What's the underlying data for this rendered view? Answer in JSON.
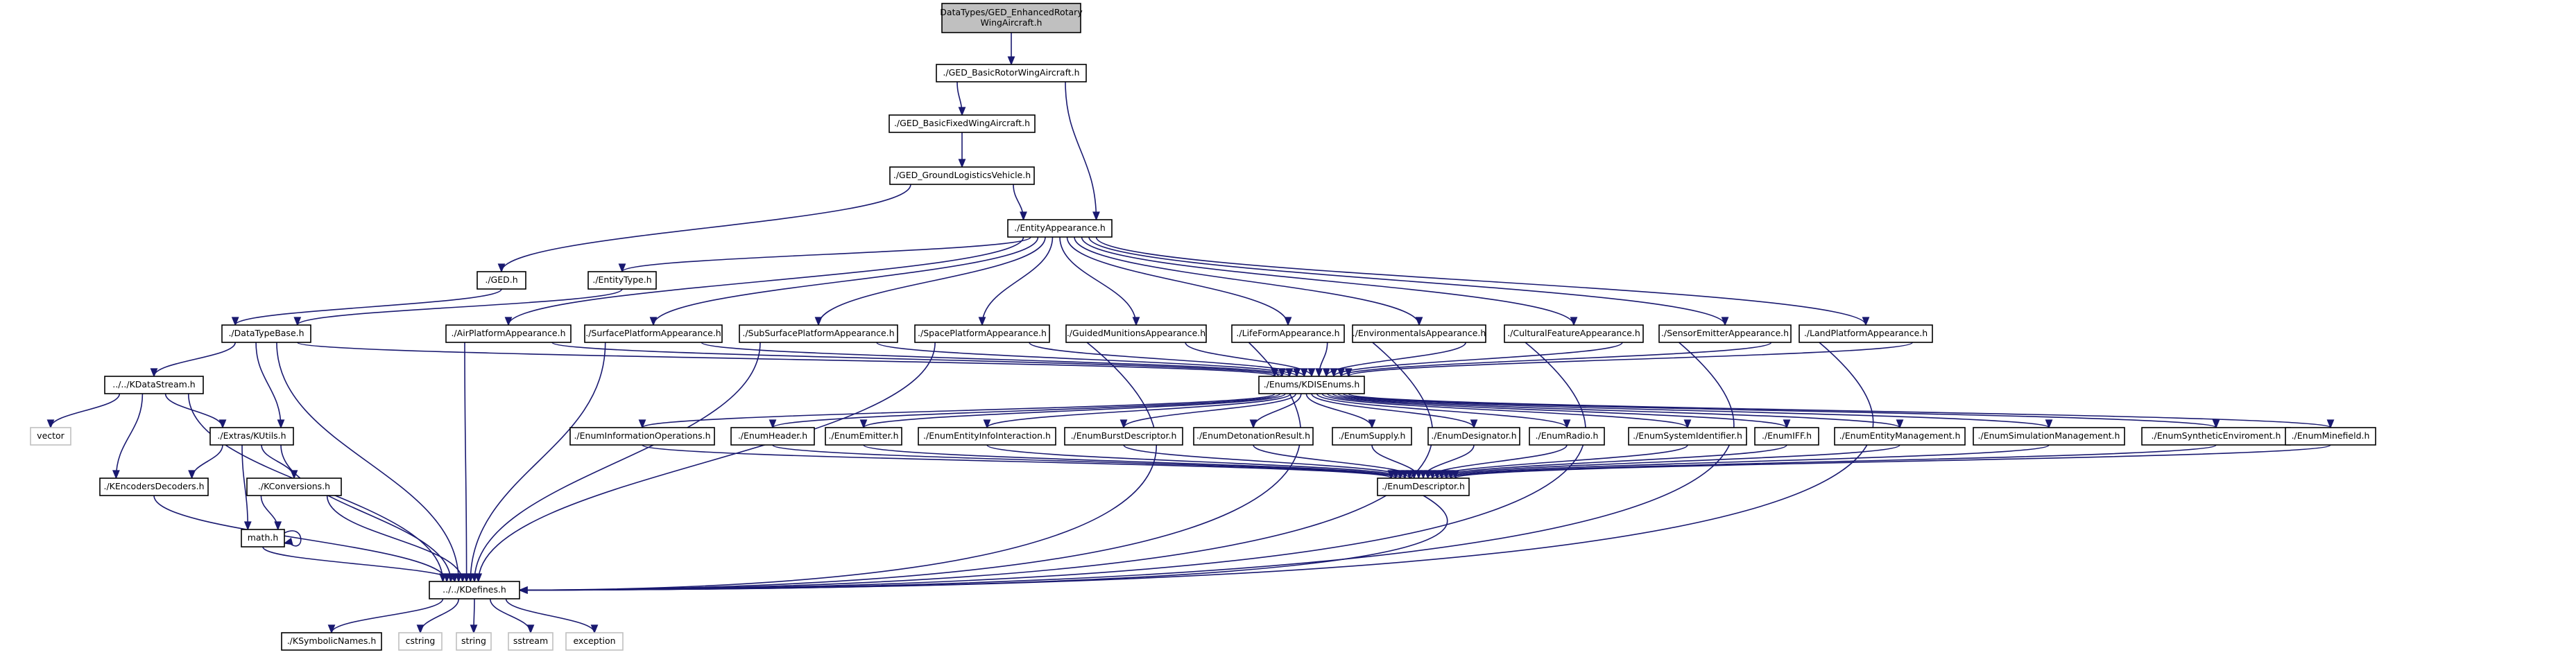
{
  "diagram": {
    "type": "include-dependency-graph",
    "nodes": [
      {
        "id": "root",
        "lines": [
          "DataTypes/GED_EnhancedRotary",
          "WingAircraft.h"
        ],
        "kind": "root"
      },
      {
        "id": "basicrotor",
        "lines": [
          "./GED_BasicRotorWingAircraft.h"
        ]
      },
      {
        "id": "basicfixed",
        "lines": [
          "./GED_BasicFixedWingAircraft.h"
        ]
      },
      {
        "id": "groundlog",
        "lines": [
          "./GED_GroundLogisticsVehicle.h"
        ]
      },
      {
        "id": "entityapp",
        "lines": [
          "./EntityAppearance.h"
        ]
      },
      {
        "id": "ged",
        "lines": [
          "./GED.h"
        ]
      },
      {
        "id": "entitytype",
        "lines": [
          "./EntityType.h"
        ]
      },
      {
        "id": "datatypebase",
        "lines": [
          "./DataTypeBase.h"
        ]
      },
      {
        "id": "airplat",
        "lines": [
          "./AirPlatformAppearance.h"
        ]
      },
      {
        "id": "surfplat",
        "lines": [
          "./SurfacePlatformAppearance.h"
        ]
      },
      {
        "id": "subsurf",
        "lines": [
          "./SubSurfacePlatformAppearance.h"
        ]
      },
      {
        "id": "spaceplat",
        "lines": [
          "./SpacePlatformAppearance.h"
        ]
      },
      {
        "id": "guided",
        "lines": [
          "./GuidedMunitionsAppearance.h"
        ]
      },
      {
        "id": "lifeform",
        "lines": [
          "./LifeFormAppearance.h"
        ]
      },
      {
        "id": "environ",
        "lines": [
          "./EnvironmentalsAppearance.h"
        ]
      },
      {
        "id": "cultural",
        "lines": [
          "./CulturalFeatureAppearance.h"
        ]
      },
      {
        "id": "sensor",
        "lines": [
          "./SensorEmitterAppearance.h"
        ]
      },
      {
        "id": "landplat",
        "lines": [
          "./LandPlatformAppearance.h"
        ]
      },
      {
        "id": "kdatastream",
        "lines": [
          "../../KDataStream.h"
        ]
      },
      {
        "id": "enums",
        "lines": [
          "./Enums/KDISEnums.h"
        ]
      },
      {
        "id": "vector",
        "lines": [
          "vector"
        ],
        "kind": "sys"
      },
      {
        "id": "kutils",
        "lines": [
          "./Extras/KUtils.h"
        ]
      },
      {
        "id": "enuminfo",
        "lines": [
          "./EnumInformationOperations.h"
        ]
      },
      {
        "id": "enumheader",
        "lines": [
          "./EnumHeader.h"
        ]
      },
      {
        "id": "enumemitter",
        "lines": [
          "./EnumEmitter.h"
        ]
      },
      {
        "id": "enumentityinfo",
        "lines": [
          "./EnumEntityInfoInteraction.h"
        ]
      },
      {
        "id": "enumburst",
        "lines": [
          "./EnumBurstDescriptor.h"
        ]
      },
      {
        "id": "enumdeton",
        "lines": [
          "./EnumDetonationResult.h"
        ]
      },
      {
        "id": "enumsupply",
        "lines": [
          "./EnumSupply.h"
        ]
      },
      {
        "id": "enumdesig",
        "lines": [
          "./EnumDesignator.h"
        ]
      },
      {
        "id": "enumradio",
        "lines": [
          "./EnumRadio.h"
        ]
      },
      {
        "id": "enumsysid",
        "lines": [
          "./EnumSystemIdentifier.h"
        ]
      },
      {
        "id": "enumiff",
        "lines": [
          "./EnumIFF.h"
        ]
      },
      {
        "id": "enumentmgmt",
        "lines": [
          "./EnumEntityManagement.h"
        ]
      },
      {
        "id": "enumsimmgmt",
        "lines": [
          "./EnumSimulationManagement.h"
        ]
      },
      {
        "id": "enumsynth",
        "lines": [
          "./EnumSyntheticEnviroment.h"
        ]
      },
      {
        "id": "enummine",
        "lines": [
          "./EnumMinefield.h"
        ]
      },
      {
        "id": "kencoders",
        "lines": [
          "./KEncodersDecoders.h"
        ]
      },
      {
        "id": "kconversions",
        "lines": [
          "./KConversions.h"
        ]
      },
      {
        "id": "enumdesc",
        "lines": [
          "./EnumDescriptor.h"
        ]
      },
      {
        "id": "math",
        "lines": [
          "math.h"
        ]
      },
      {
        "id": "kdefines",
        "lines": [
          "../../KDefines.h"
        ]
      },
      {
        "id": "ksymbolic",
        "lines": [
          "./KSymbolicNames.h"
        ]
      },
      {
        "id": "cstring",
        "lines": [
          "cstring"
        ],
        "kind": "sys"
      },
      {
        "id": "string",
        "lines": [
          "string"
        ],
        "kind": "sys"
      },
      {
        "id": "sstream",
        "lines": [
          "sstream"
        ],
        "kind": "sys"
      },
      {
        "id": "exception",
        "lines": [
          "exception"
        ],
        "kind": "sys"
      }
    ],
    "edges": [
      [
        "root",
        "basicrotor"
      ],
      [
        "basicrotor",
        "basicfixed"
      ],
      [
        "basicrotor",
        "entityapp"
      ],
      [
        "basicfixed",
        "groundlog"
      ],
      [
        "groundlog",
        "ged"
      ],
      [
        "groundlog",
        "entityapp"
      ],
      [
        "entityapp",
        "entitytype"
      ],
      [
        "entityapp",
        "airplat"
      ],
      [
        "entityapp",
        "surfplat"
      ],
      [
        "entityapp",
        "subsurf"
      ],
      [
        "entityapp",
        "spaceplat"
      ],
      [
        "entityapp",
        "guided"
      ],
      [
        "entityapp",
        "lifeform"
      ],
      [
        "entityapp",
        "environ"
      ],
      [
        "entityapp",
        "cultural"
      ],
      [
        "entityapp",
        "sensor"
      ],
      [
        "entityapp",
        "landplat"
      ],
      [
        "ged",
        "datatypebase"
      ],
      [
        "entitytype",
        "datatypebase"
      ],
      [
        "datatypebase",
        "kdatastream"
      ],
      [
        "datatypebase",
        "kutils"
      ],
      [
        "datatypebase",
        "enums"
      ],
      [
        "datatypebase",
        "kdefines"
      ],
      [
        "kdatastream",
        "vector"
      ],
      [
        "kdatastream",
        "kutils"
      ],
      [
        "kdatastream",
        "kencoders"
      ],
      [
        "kdatastream",
        "kdefines"
      ],
      [
        "kutils",
        "kencoders"
      ],
      [
        "kutils",
        "kconversions"
      ],
      [
        "kutils",
        "math"
      ],
      [
        "kutils",
        "kdefines"
      ],
      [
        "kencoders",
        "kdefines"
      ],
      [
        "kconversions",
        "math"
      ],
      [
        "kconversions",
        "kdefines"
      ],
      [
        "math",
        "math"
      ],
      [
        "math",
        "kdefines"
      ],
      [
        "airplat",
        "enums"
      ],
      [
        "airplat",
        "kdefines"
      ],
      [
        "surfplat",
        "enums"
      ],
      [
        "surfplat",
        "kdefines"
      ],
      [
        "subsurf",
        "enums"
      ],
      [
        "subsurf",
        "kdefines"
      ],
      [
        "spaceplat",
        "enums"
      ],
      [
        "spaceplat",
        "kdefines"
      ],
      [
        "guided",
        "enums"
      ],
      [
        "guided",
        "kdefines"
      ],
      [
        "lifeform",
        "enums"
      ],
      [
        "lifeform",
        "kdefines"
      ],
      [
        "environ",
        "enums"
      ],
      [
        "environ",
        "kdefines"
      ],
      [
        "cultural",
        "enums"
      ],
      [
        "cultural",
        "kdefines"
      ],
      [
        "sensor",
        "enums"
      ],
      [
        "sensor",
        "kdefines"
      ],
      [
        "landplat",
        "enums"
      ],
      [
        "landplat",
        "kdefines"
      ],
      [
        "enums",
        "enuminfo"
      ],
      [
        "enums",
        "enumheader"
      ],
      [
        "enums",
        "enumemitter"
      ],
      [
        "enums",
        "enumentityinfo"
      ],
      [
        "enums",
        "enumburst"
      ],
      [
        "enums",
        "enumdeton"
      ],
      [
        "enums",
        "enumsupply"
      ],
      [
        "enums",
        "enumdesig"
      ],
      [
        "enums",
        "enumradio"
      ],
      [
        "enums",
        "enumsysid"
      ],
      [
        "enums",
        "enumiff"
      ],
      [
        "enums",
        "enumentmgmt"
      ],
      [
        "enums",
        "enumsimmgmt"
      ],
      [
        "enums",
        "enumsynth"
      ],
      [
        "enums",
        "enummine"
      ],
      [
        "enuminfo",
        "enumdesc"
      ],
      [
        "enumheader",
        "enumdesc"
      ],
      [
        "enumemitter",
        "enumdesc"
      ],
      [
        "enumentityinfo",
        "enumdesc"
      ],
      [
        "enumburst",
        "enumdesc"
      ],
      [
        "enumdeton",
        "enumdesc"
      ],
      [
        "enumsupply",
        "enumdesc"
      ],
      [
        "enumdesig",
        "enumdesc"
      ],
      [
        "enumradio",
        "enumdesc"
      ],
      [
        "enumsysid",
        "enumdesc"
      ],
      [
        "enumiff",
        "enumdesc"
      ],
      [
        "enumentmgmt",
        "enumdesc"
      ],
      [
        "enumsimmgmt",
        "enumdesc"
      ],
      [
        "enumsynth",
        "enumdesc"
      ],
      [
        "enummine",
        "enumdesc"
      ],
      [
        "enumdesc",
        "kdefines"
      ],
      [
        "kdefines",
        "ksymbolic"
      ],
      [
        "kdefines",
        "cstring"
      ],
      [
        "kdefines",
        "string"
      ],
      [
        "kdefines",
        "sstream"
      ],
      [
        "kdefines",
        "exception"
      ]
    ],
    "colors": {
      "edge": "#191970",
      "node_border": "#000000",
      "root_fill": "#c0c0c0",
      "system_border": "#c0c0c0"
    }
  }
}
